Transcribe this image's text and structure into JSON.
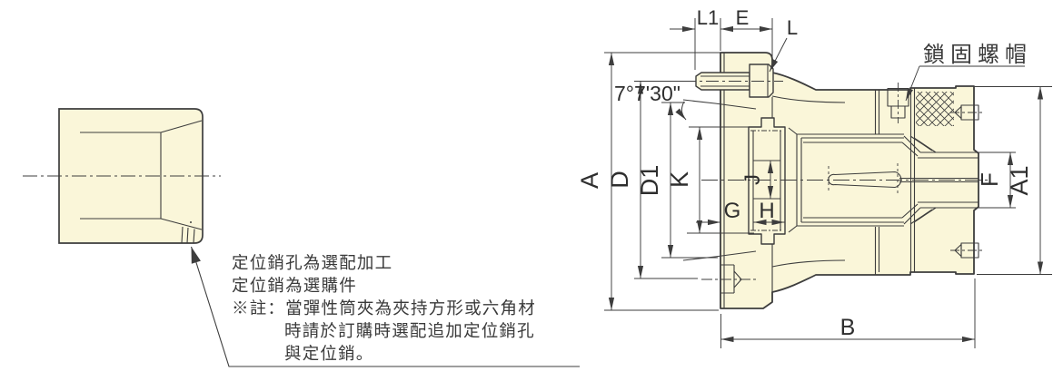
{
  "left_view": {
    "note": {
      "line1": "定位銷孔為選配加工",
      "line2": "定位銷為選購件",
      "line3": "※註：當彈性筒夾為夾持方形或六角材",
      "line4": "時請於訂購時選配追加定位銷孔",
      "line5": "與定位銷。"
    }
  },
  "section_view": {
    "labels": {
      "l1": "L1",
      "e": "E",
      "l": "L",
      "locknut": "鎖固螺帽",
      "angle": "7°7'30\"",
      "a": "A",
      "d": "D",
      "d1": "D1",
      "k": "K",
      "g": "G",
      "h": "H",
      "j": "J",
      "f": "F",
      "a1": "A1",
      "b": "B"
    }
  },
  "colors": {
    "body_fill": "#FAF6D9",
    "line": "#3D3D3D",
    "text": "#2E2E2E"
  }
}
